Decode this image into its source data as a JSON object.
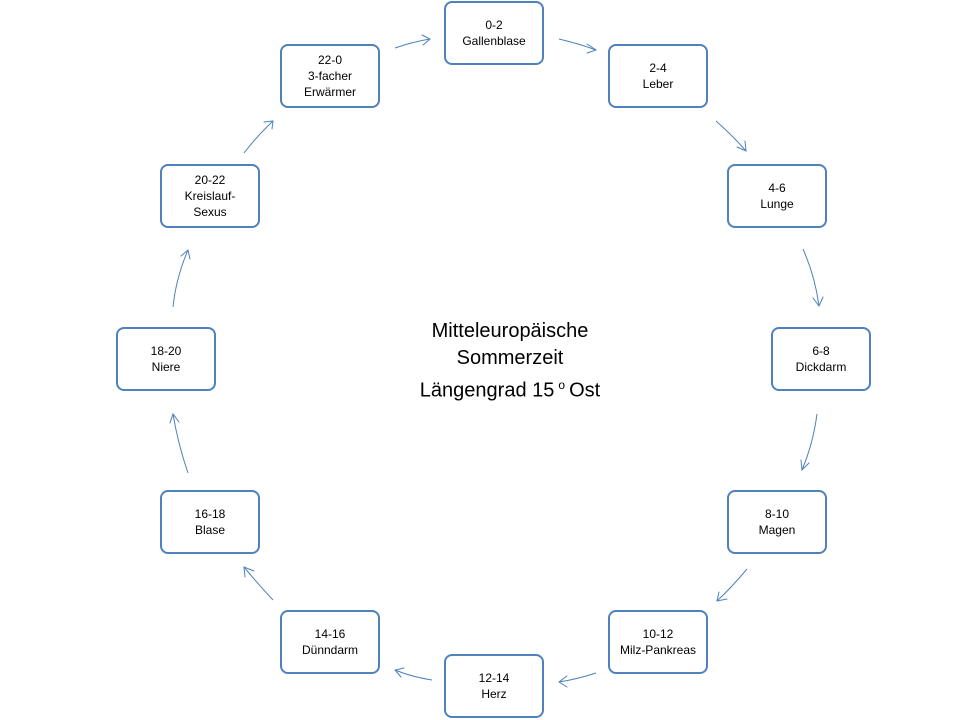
{
  "diagram": {
    "title_lines": [
      "Mitteleuropäische",
      "Sommerzeit"
    ],
    "longitude": {
      "prefix": "Längengrad 15",
      "degree": "o",
      "suffix": "Ost"
    },
    "nodes": [
      {
        "id": "n0",
        "time": "0-2",
        "organ": [
          "Gallenblase"
        ]
      },
      {
        "id": "n1",
        "time": "2-4",
        "organ": [
          "Leber"
        ]
      },
      {
        "id": "n2",
        "time": "4-6",
        "organ": [
          "Lunge"
        ]
      },
      {
        "id": "n3",
        "time": "6-8",
        "organ": [
          "Dickdarm"
        ]
      },
      {
        "id": "n4",
        "time": "8-10",
        "organ": [
          "Magen"
        ]
      },
      {
        "id": "n5",
        "time": "10-12",
        "organ": [
          "Milz-Pankreas"
        ]
      },
      {
        "id": "n6",
        "time": "12-14",
        "organ": [
          "Herz"
        ]
      },
      {
        "id": "n7",
        "time": "14-16",
        "organ": [
          "Dünndarm"
        ]
      },
      {
        "id": "n8",
        "time": "16-18",
        "organ": [
          "Blase"
        ]
      },
      {
        "id": "n9",
        "time": "18-20",
        "organ": [
          "Niere"
        ]
      },
      {
        "id": "n10",
        "time": "20-22",
        "organ": [
          "Kreislauf-",
          "Sexus"
        ]
      },
      {
        "id": "n11",
        "time": "22-0",
        "organ": [
          "3-facher",
          "Erwärmer"
        ]
      }
    ],
    "colors": {
      "border": "#4f81bd",
      "arrow": "#4f81bd",
      "text": "#000000",
      "background": "#ffffff"
    }
  }
}
